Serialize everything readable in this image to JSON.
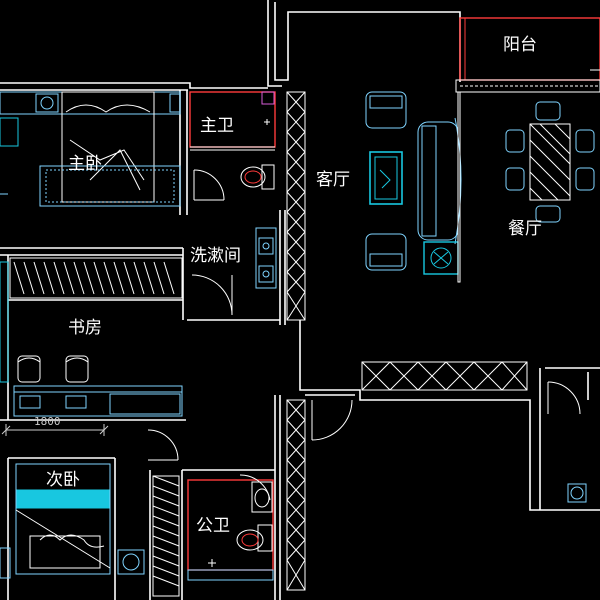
{
  "rooms": {
    "balcony": "阳台",
    "master_bath": "主卫",
    "master_bedroom": "主卧",
    "living_room": "客厅",
    "dining_room": "餐厅",
    "wash_room": "洗漱间",
    "study": "书房",
    "second_bedroom": "次卧",
    "public_bath": "公卫"
  },
  "dimension": "1800",
  "colors": {
    "background": "#000000",
    "wall": "#ffffff",
    "furniture": "#7fd4ff",
    "fixture_red": "#ff3b3b",
    "accent_cyan": "#18c7e0",
    "accent_magenta": "#d65cd6"
  }
}
